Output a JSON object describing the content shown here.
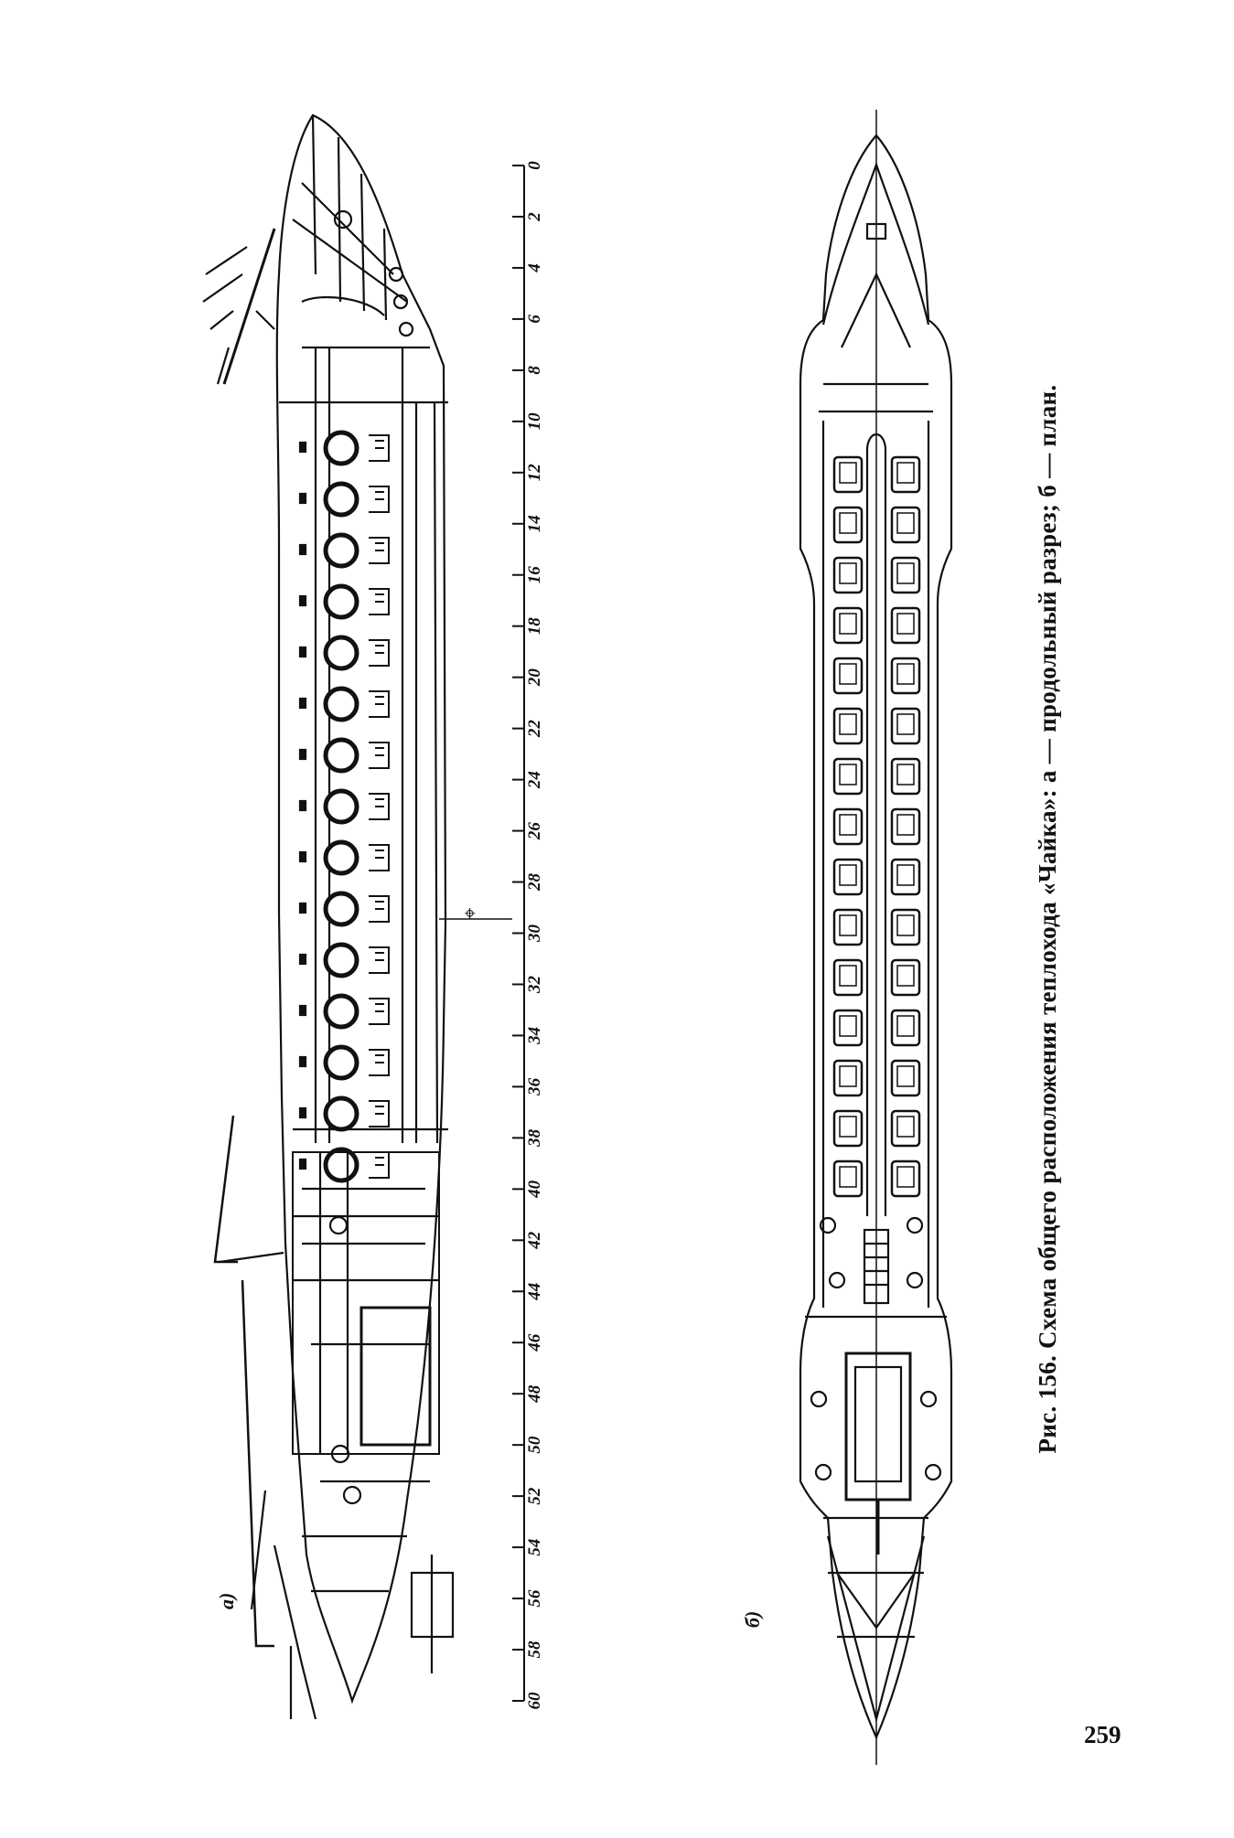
{
  "figure": {
    "label_a": "а)",
    "label_b": "б)",
    "scale_ticks": [
      "0",
      "2",
      "4",
      "6",
      "8",
      "10",
      "12",
      "14",
      "16",
      "18",
      "20",
      "22",
      "24",
      "26",
      "28",
      "30",
      "32",
      "34",
      "36",
      "38",
      "40",
      "42",
      "44",
      "46",
      "48",
      "50",
      "52",
      "54",
      "56",
      "58",
      "60"
    ],
    "seat_rows": 15
  },
  "caption": "Рис. 156. Схема общего расположения теплохода «Чайка»: а — продольный разрез; б — план.",
  "page_number": "259"
}
